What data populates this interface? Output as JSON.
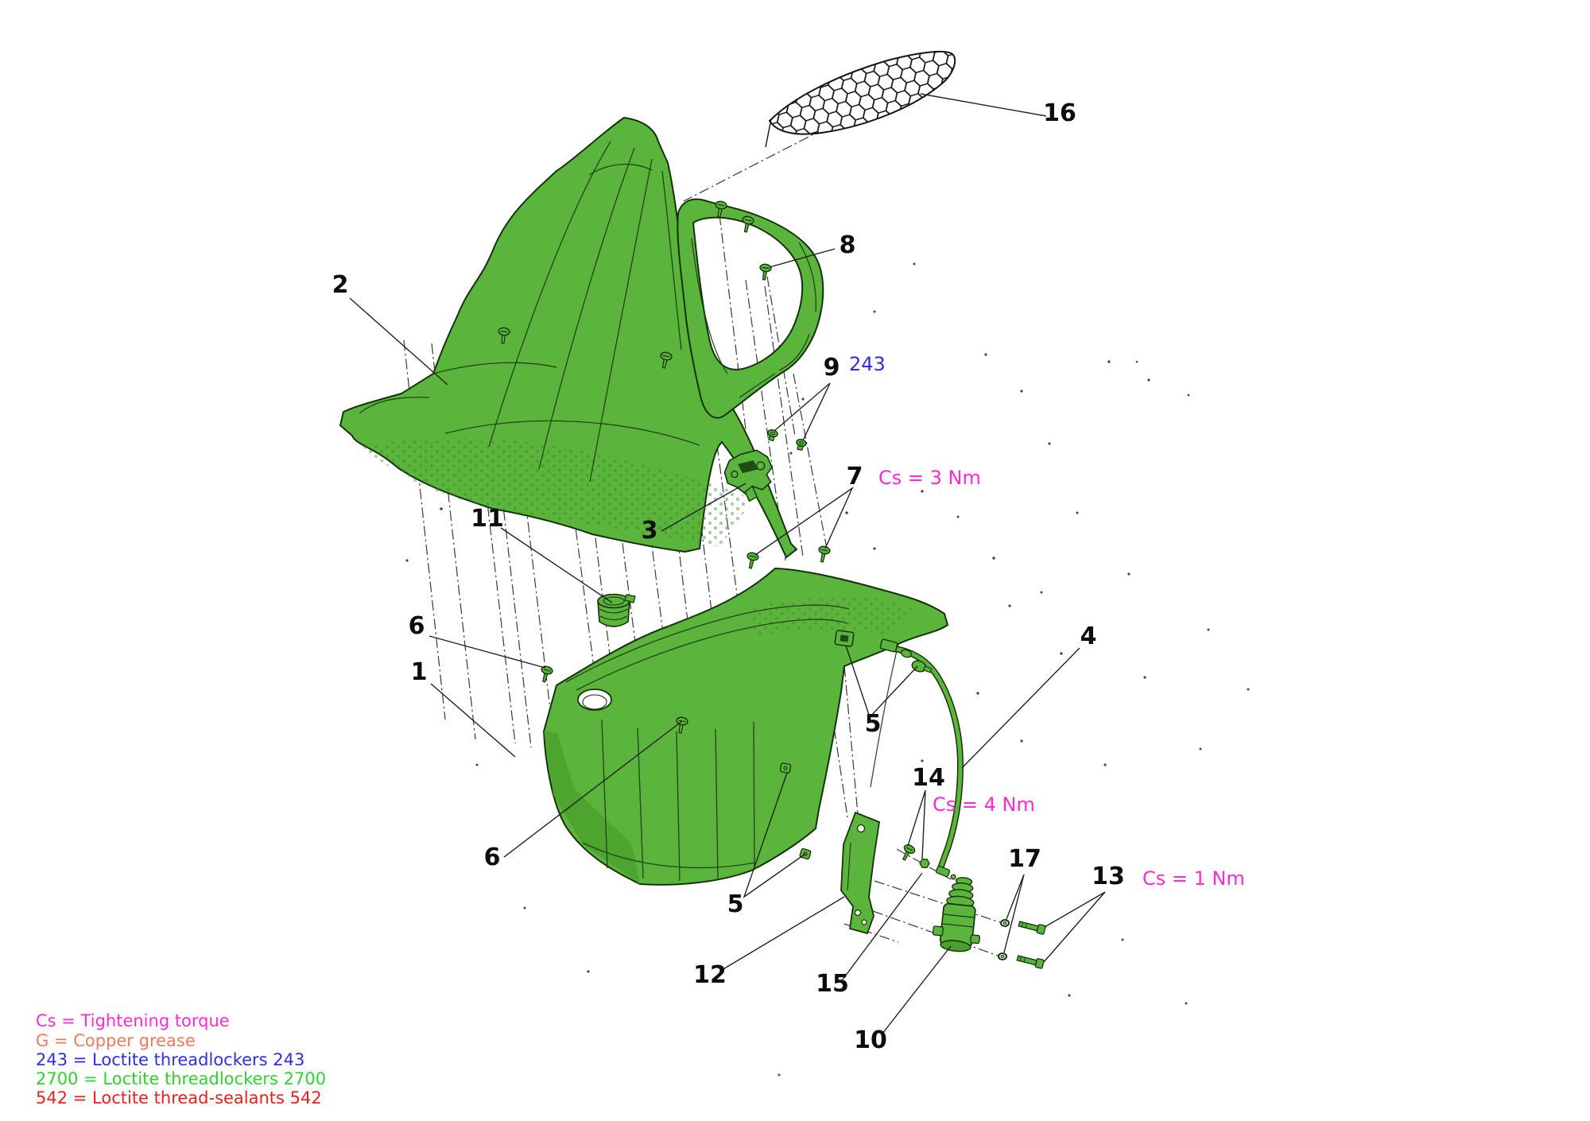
{
  "figure": {
    "type": "exploded-parts-diagram",
    "subject": "tail-body-panels-and-seat-lock-assembly"
  },
  "colors": {
    "part": "#5bb43b",
    "part_shade": "#4aa02c",
    "outline": "#15330b",
    "detail_line": "#1c3a10",
    "leader": "#222222",
    "dashdot": "#3a3a3a",
    "label": "#0d0d0d",
    "magenta": "#ff2ad2",
    "copper": "#f07a5e",
    "blue": "#2e2ee2",
    "bright_green": "#2ed42e",
    "red": "#ea1f1f"
  },
  "callouts": {
    "n1": "1",
    "n2": "2",
    "n3": "3",
    "n4": "4",
    "n5": "5",
    "n6": "6",
    "n7": "7",
    "n8": "8",
    "n9": "9",
    "n10": "10",
    "n11": "11",
    "n12": "12",
    "n13": "13",
    "n14": "14",
    "n15": "15",
    "n16": "16",
    "n17": "17"
  },
  "annotations": {
    "loctite243": "243",
    "cs3": "Cs = 3 Nm",
    "cs4": "Cs = 4 Nm",
    "cs1": "Cs = 1 Nm"
  },
  "legend": [
    {
      "text": "Cs = Tightening torque",
      "color": "#ff2ad2"
    },
    {
      "text": "G = Copper grease",
      "color": "#f07a5e"
    },
    {
      "text": "243 =  Loctite threadlockers 243",
      "color": "#2e2ee2"
    },
    {
      "text": "2700 = Loctite threadlockers 2700",
      "color": "#2ed42e"
    },
    {
      "text": "542 = Loctite thread-sealants 542",
      "color": "#ea1f1f"
    }
  ]
}
